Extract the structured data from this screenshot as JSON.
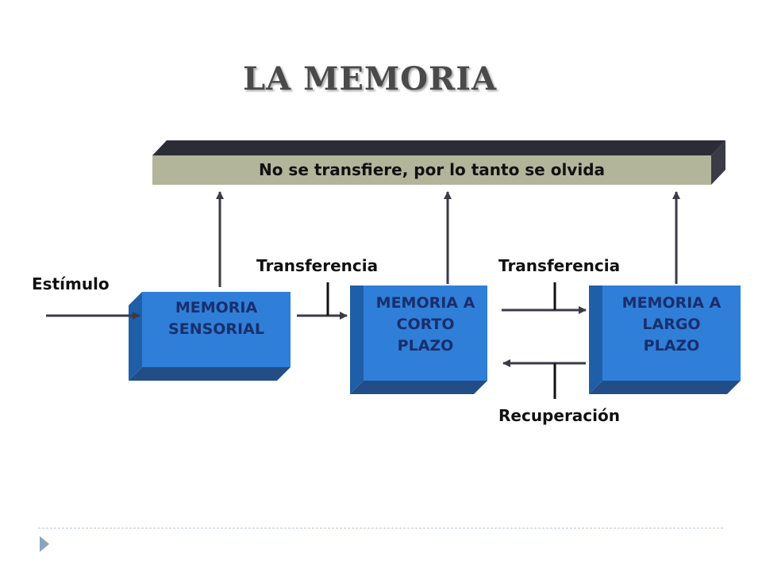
{
  "title": "LA MEMORIA",
  "forget_bar": {
    "label": "No se transfiere, por lo tanto se olvida"
  },
  "input_label": "Estímulo",
  "boxes": {
    "sensory": [
      "MEMORIA",
      "SENSORIAL"
    ],
    "short_term": [
      "MEMORIA A",
      "CORTO",
      "PLAZO"
    ],
    "long_term": [
      "MEMORIA A",
      "LARGO",
      "PLAZO"
    ]
  },
  "transfer_1": "Transferencia",
  "transfer_2": "Transferencia",
  "retrieval": "Recuperación",
  "colors": {
    "box_face": "#2f7fd9",
    "box_side": "#1f5fa8",
    "box_bottom": "#224d86",
    "bar_face": "#b2b59a",
    "bar_top": "#2c2c36",
    "arrow": "#3a3a48",
    "box_text": "#1a2e6b",
    "divider": "#b7c3cf",
    "bullet": "#8aa4bd"
  }
}
